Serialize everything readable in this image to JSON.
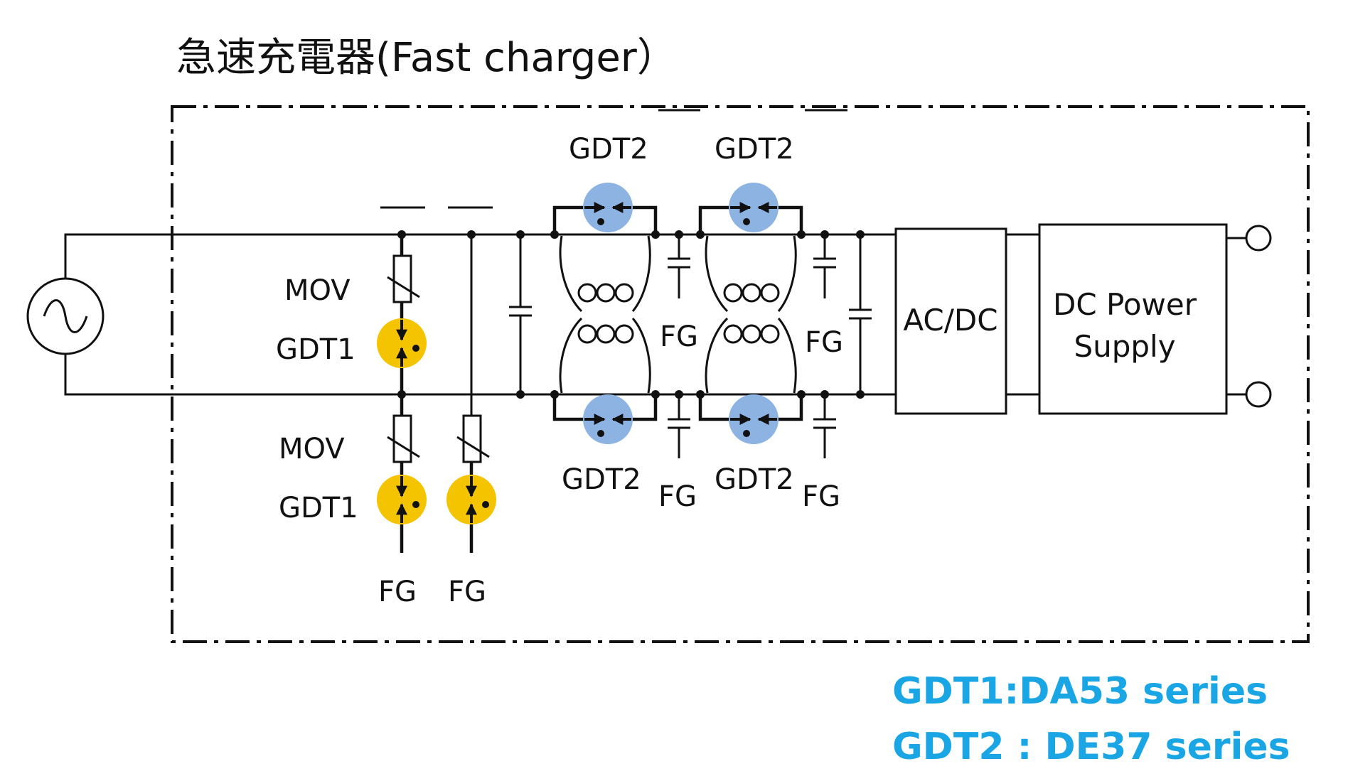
{
  "title": "急速充電器(Fast charger）",
  "labels": {
    "mov": "MOV",
    "gdt1": "GDT1",
    "gdt2": "GDT2",
    "fg": "FG"
  },
  "blocks": {
    "acdc": "AC/DC",
    "dc_line1": "DC Power",
    "dc_line2": "Supply"
  },
  "legend": {
    "line1": "GDT1:DA53 series",
    "line2": "GDT2 : DE37 series"
  },
  "colors": {
    "gdt1_fill": "#f5c400",
    "gdt2_fill": "#8db3e2",
    "legend_text": "#1aa6e4",
    "line": "#111111"
  },
  "icons": {
    "source": "ac-source-icon",
    "mov": "varistor-icon",
    "gdt": "gas-discharge-tube-icon",
    "capacitor": "capacitor-icon",
    "choke": "common-mode-choke-icon",
    "terminal": "output-terminal-icon"
  }
}
